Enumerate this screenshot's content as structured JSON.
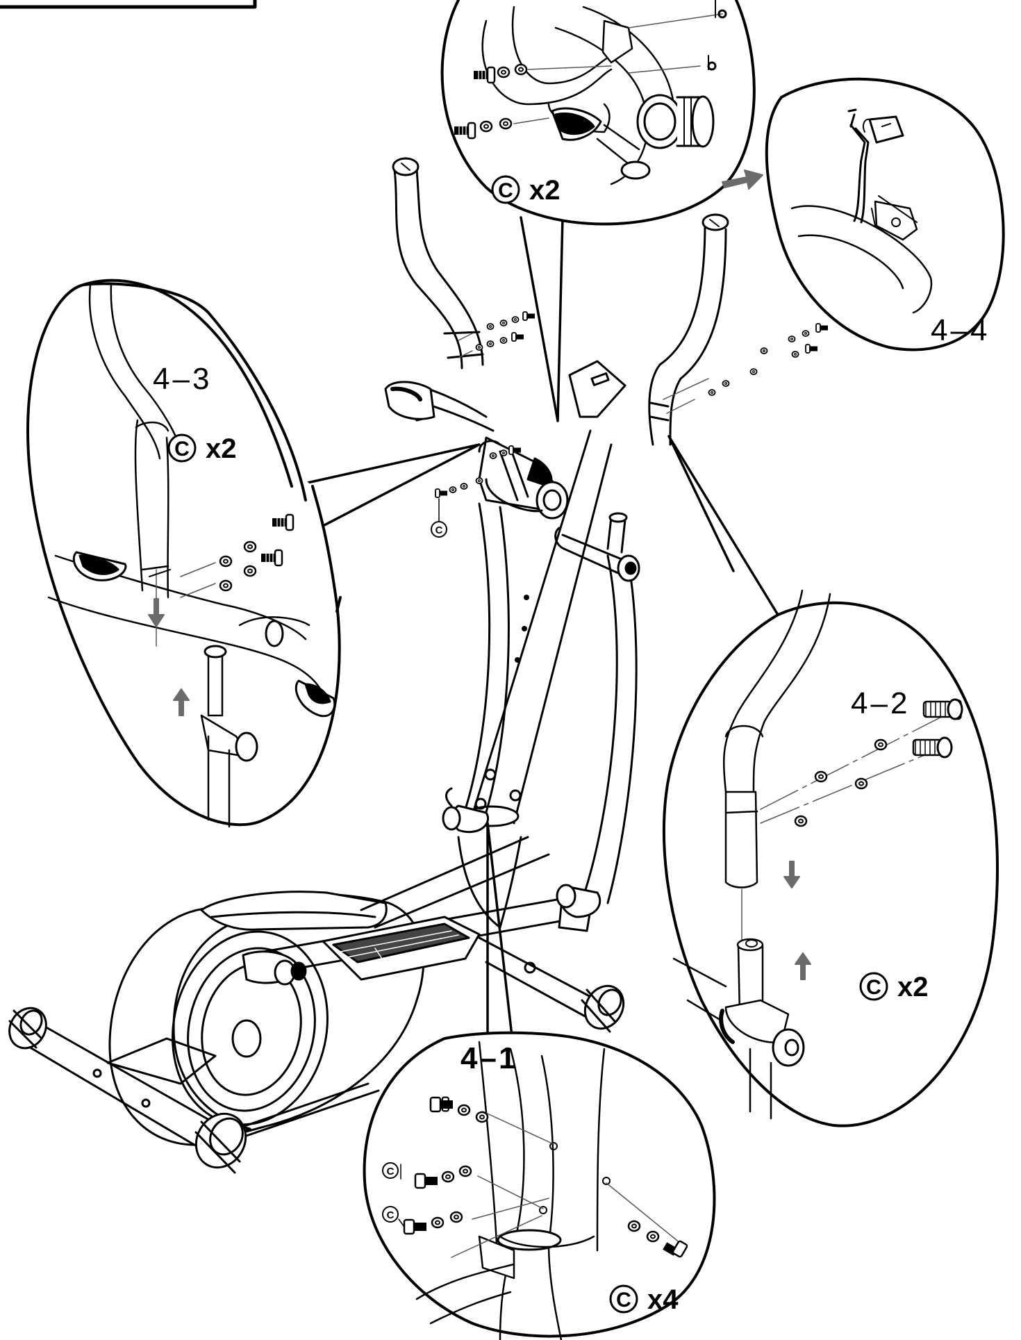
{
  "callouts": {
    "top": {
      "part_letter": "C",
      "quantity": "x2"
    },
    "step_4_4": {
      "step_label": "4-4"
    },
    "step_4_3": {
      "step_label": "4-3",
      "part_letter": "C",
      "quantity": "x2"
    },
    "step_4_2": {
      "step_label": "4-2",
      "part_letter": "C",
      "quantity": "x2"
    },
    "step_4_1": {
      "step_label": "4-1",
      "part_letter": "C",
      "quantity": "x4"
    },
    "main_bolt": {
      "part_letter": "C"
    },
    "inset_bolt_a": {
      "part_letter": "C"
    },
    "inset_bolt_b": {
      "part_letter": "C"
    }
  },
  "colors": {
    "line": "#000000",
    "thin_line": "#555555",
    "arrow": "#6b6b6b",
    "background": "#ffffff"
  },
  "icons": [
    "screw-icon",
    "washer-icon",
    "arrow-down-icon",
    "arrow-up-icon",
    "arrow-right-icon",
    "audio-plug-icon"
  ]
}
